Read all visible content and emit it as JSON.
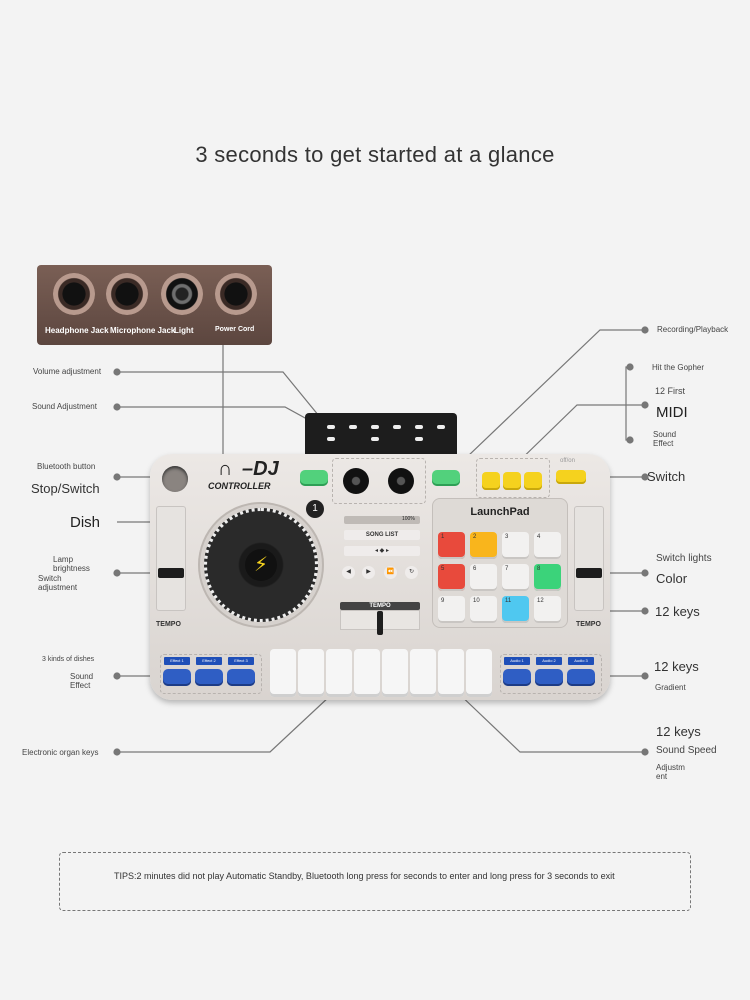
{
  "headline": "3 seconds to get started at a glance",
  "ports": {
    "headphone": "Headphone Jack",
    "microphone": "Microphone Jack",
    "light": "Light",
    "power": "Power Cord"
  },
  "left_labels": {
    "volume": "Volume adjustment",
    "sound_adj": "Sound Adjustment",
    "bluetooth": "Bluetooth button",
    "stop_switch": "Stop/Switch",
    "dish": "Dish",
    "lamp1": "Lamp",
    "lamp2": "brightness",
    "lamp3": "Switch",
    "lamp4": "adjustment",
    "dishes": "3 kinds of dishes",
    "sound_effect1": "Sound",
    "sound_effect2": "Effect",
    "organ": "Electronic organ keys"
  },
  "right_labels": {
    "recording": "Recording/Playback",
    "gopher": "Hit the Gopher",
    "first": "12 First",
    "midi": "MIDI",
    "sound_eff1": "Sound",
    "sound_eff2": "Effect",
    "switch": "Switch",
    "switch_lights": "Switch lights",
    "color": "Color",
    "keys1": "12 keys",
    "keys2": "12 keys",
    "gradient": "Gradient",
    "keys3": "12 keys",
    "speed": "Sound Speed",
    "adj1": "Adjustm",
    "adj2": "ent"
  },
  "device": {
    "brand": "DJ",
    "brand_sub": "CONTROLLER",
    "launchpad": "LaunchPad",
    "song_list": "SONG LIST",
    "percent": "100%",
    "tempo": "TEMPO",
    "tempo_left": "TEMPO",
    "tempo_right": "TEMPO",
    "onoff": "off/on",
    "effects": [
      "Effect 1",
      "Effect 2",
      "Effect 3"
    ],
    "audios": [
      "Audio 1",
      "Audio 2",
      "Audio 3"
    ],
    "pad_numbers": [
      "1",
      "2",
      "3",
      "4",
      "5",
      "6",
      "7",
      "8",
      "9",
      "10",
      "11",
      "12"
    ],
    "pad_colors": [
      "#e84a3c",
      "#f9b51c",
      "#f2f1f0",
      "#f2f1f0",
      "#e84a3c",
      "#f2f1f0",
      "#f2f1f0",
      "#3bd37a",
      "#f2f1f0",
      "#f2f1f0",
      "#4fc8f0",
      "#f2f1f0"
    ],
    "accent_green": "#52d17c",
    "accent_yellow": "#f5d21e",
    "accent_blue": "#2f5ec4"
  },
  "tips": "TIPS:2 minutes did not play Automatic Standby, Bluetooth long press for seconds to enter and long press for 3 seconds to exit"
}
